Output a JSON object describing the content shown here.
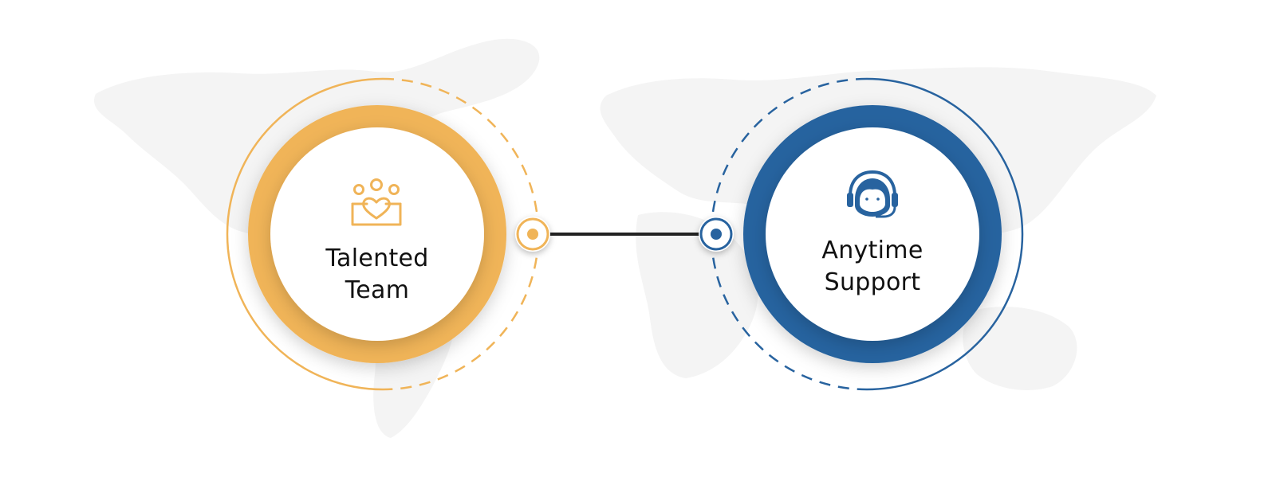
{
  "colors": {
    "accent_left": "#F0B458",
    "accent_right": "#28639F",
    "connector": "#222222",
    "map": "#f4f4f4",
    "text": "#111111"
  },
  "left_node": {
    "icon": "team-heart-icon",
    "line1": "Talented",
    "line2": "Team"
  },
  "right_node": {
    "icon": "headset-support-icon",
    "line1": "Anytime",
    "line2": "Support"
  }
}
